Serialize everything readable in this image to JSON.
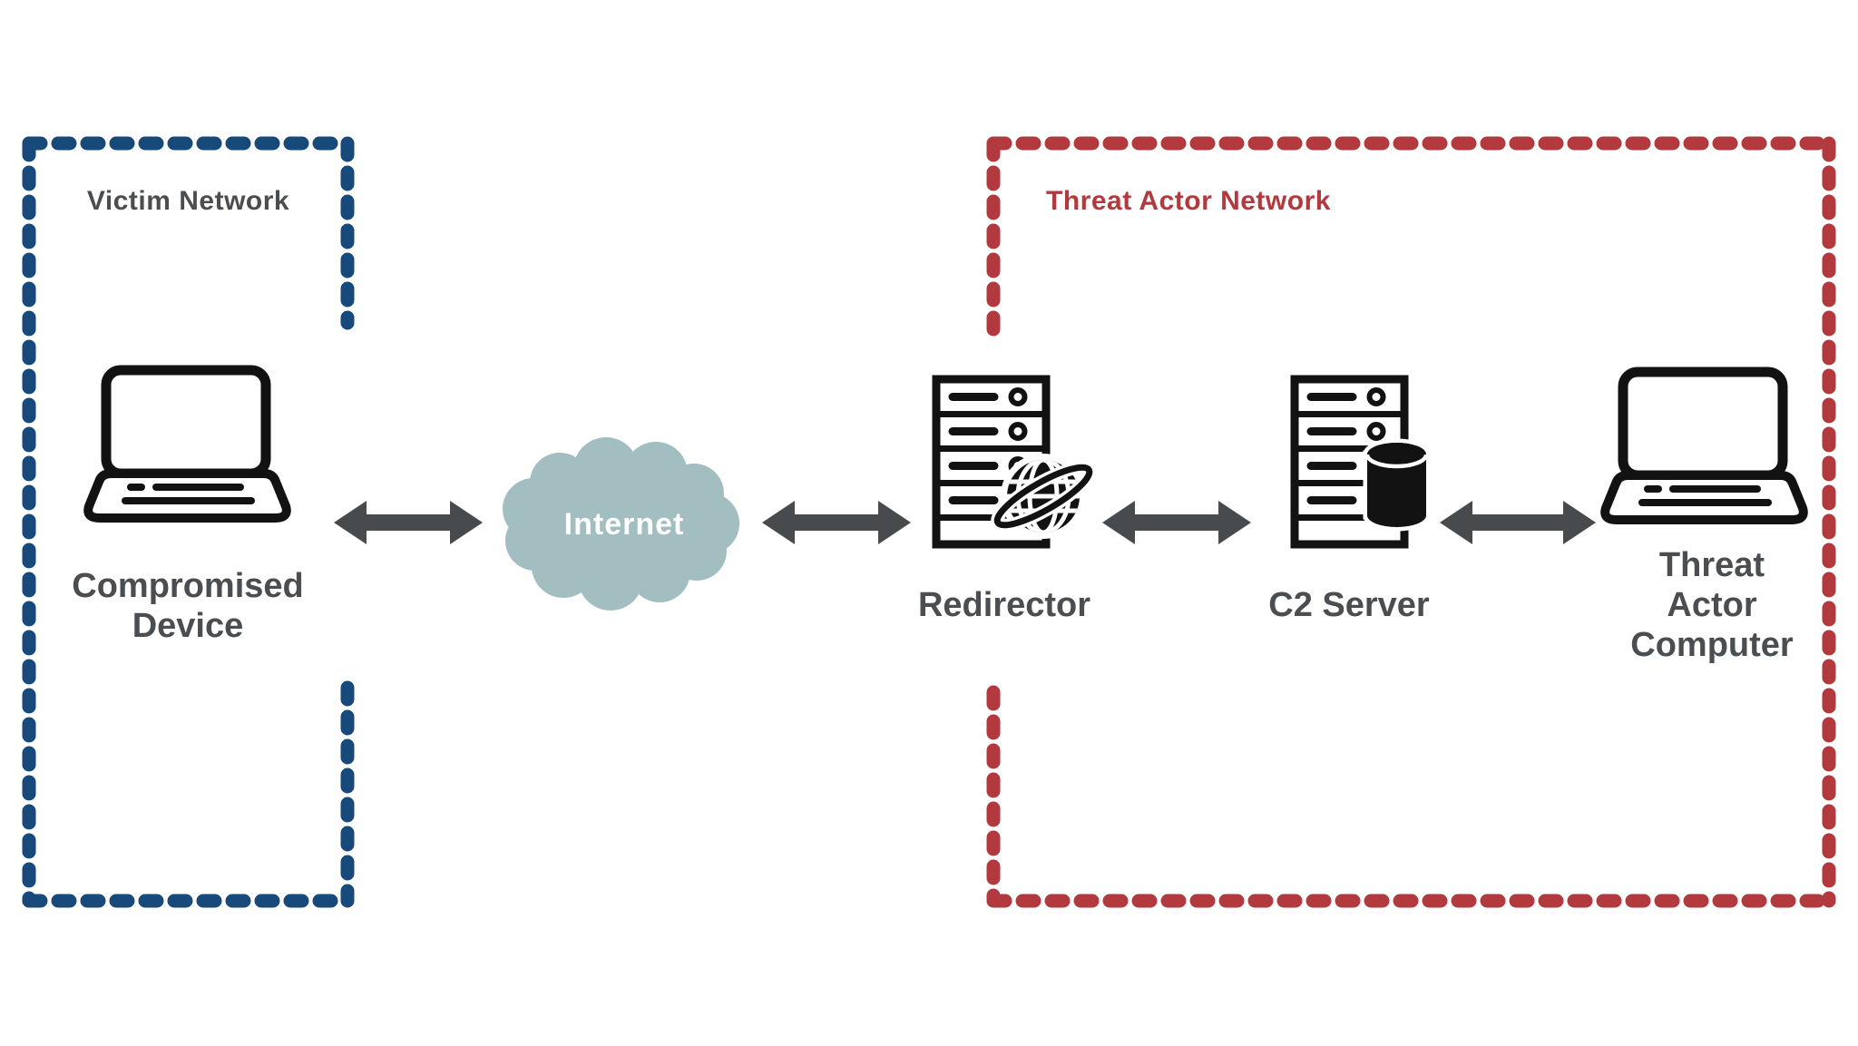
{
  "boxes": {
    "victim": {
      "title": "Victim Network"
    },
    "threat": {
      "title": "Threat Actor Network"
    }
  },
  "nodes": {
    "compromised": {
      "line1": "Compromised",
      "line2": "Device",
      "icon": "laptop-icon"
    },
    "internet": {
      "label": "Internet",
      "icon": "cloud-icon"
    },
    "redirector": {
      "label": "Redirector",
      "icon": "server-globe-icon"
    },
    "c2": {
      "label": "C2 Server",
      "icon": "server-database-icon"
    },
    "threat_computer": {
      "line1": "Threat",
      "line2": "Actor",
      "line3": "Computer",
      "icon": "laptop-icon"
    }
  },
  "connections": [
    {
      "from": "Compromised Device",
      "to": "Internet",
      "type": "bidirectional-arrow"
    },
    {
      "from": "Internet",
      "to": "Redirector",
      "type": "bidirectional-arrow"
    },
    {
      "from": "Redirector",
      "to": "C2 Server",
      "type": "bidirectional-arrow"
    },
    {
      "from": "C2 Server",
      "to": "Threat Actor Computer",
      "type": "bidirectional-arrow"
    }
  ],
  "colors": {
    "victim_border": "#17497B",
    "threat_border": "#B23A3E",
    "threat_title": "#B23A3E",
    "label_gray": "#4A4E50",
    "arrow": "#474B4E",
    "cloud": "#A2BEC0",
    "cloud_text": "#FFFFFF",
    "icon_black": "#121212"
  }
}
